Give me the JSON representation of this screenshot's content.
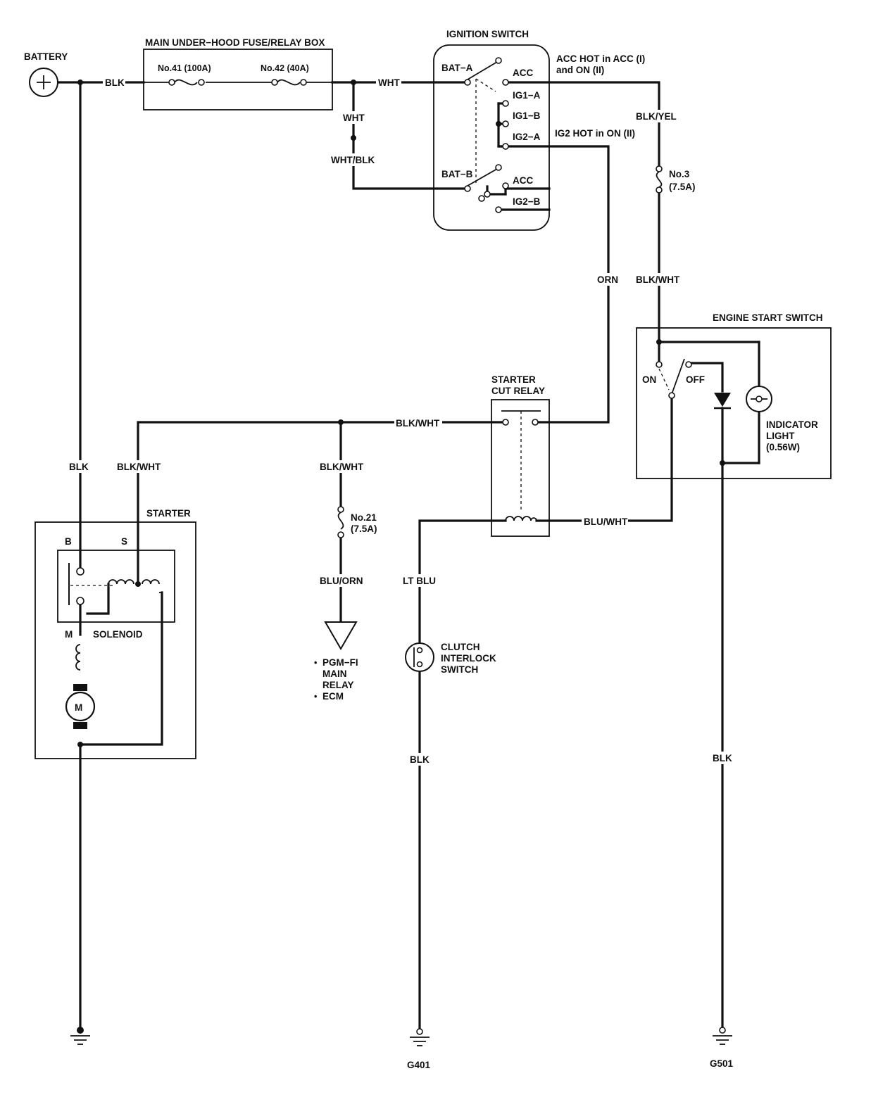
{
  "components": {
    "battery": "BATTERY",
    "fuse_box": "MAIN UNDER−HOOD FUSE/RELAY BOX",
    "fuse_41": "No.41 (100A)",
    "fuse_42": "No.42 (40A)",
    "ignition_switch": "IGNITION SWITCH",
    "starter": "STARTER",
    "solenoid": "SOLENOID",
    "motor": "M",
    "starter_cut_relay_l1": "STARTER",
    "starter_cut_relay_l2": "CUT RELAY",
    "engine_start_switch": "ENGINE START SWITCH",
    "indicator_l1": "INDICATOR",
    "indicator_l2": "LIGHT",
    "indicator_l3": "(0.56W)",
    "clutch_l1": "CLUTCH",
    "clutch_l2": "INTERLOCK",
    "clutch_l3": "SWITCH",
    "fuse_3_name": "No.3",
    "fuse_3_rating": "(7.5A)",
    "fuse_21_name": "No.21",
    "fuse_21_rating": "(7.5A)",
    "pgm_l1": "PGM−FI",
    "pgm_l2": "MAIN",
    "pgm_l3": "RELAY",
    "ecm": "ECM"
  },
  "terminals": {
    "bat_a": "BAT−A",
    "bat_b": "BAT−B",
    "acc_a": "ACC",
    "ig1_a": "IG1−A",
    "ig1_b": "IG1−B",
    "ig2_a": "IG2−A",
    "acc_b": "ACC",
    "ig2_b": "IG2−B",
    "starter_b": "B",
    "starter_s": "S",
    "starter_m": "M",
    "switch_on": "ON",
    "switch_off": "OFF"
  },
  "notes": {
    "acc_hot_l1": "ACC HOT in ACC (I)",
    "acc_hot_l2": "and ON (II)",
    "ig2_hot": "IG2 HOT in ON (II)"
  },
  "wires": {
    "blk_batt": "BLK",
    "wht_top": "WHT",
    "wht_vert": "WHT",
    "wht_blk": "WHT/BLK",
    "blk_yel": "BLK/YEL",
    "blk_wht_right": "BLK/WHT",
    "orn": "ORN",
    "blk_wht_mid": "BLK/WHT",
    "blk_starter": "BLK",
    "blk_wht_starter": "BLK/WHT",
    "blk_wht_pgm": "BLK/WHT",
    "blu_orn": "BLU/ORN",
    "blu_wht": "BLU/WHT",
    "lt_blu": "LT BLU",
    "blk_g401": "BLK",
    "blk_g501": "BLK"
  },
  "grounds": {
    "g401": "G401",
    "g501": "G501"
  }
}
